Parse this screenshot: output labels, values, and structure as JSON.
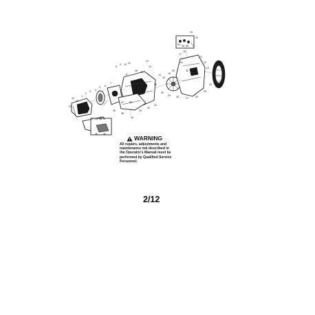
{
  "warning": {
    "title": "WARNING",
    "text": "All repairs, adjustments and\nmaintenance not described in\nthe Operator's Manual must be\nperformed by Qualified Service\nPersonnel."
  },
  "page_number": "2/12",
  "callouts": [
    "1",
    "2",
    "3",
    "4",
    "5",
    "6",
    "7",
    "8",
    "9",
    "10",
    "11",
    "12",
    "13",
    "14",
    "15",
    "16",
    "17",
    "18",
    "19",
    "20",
    "21",
    "22",
    "23",
    "24",
    "25",
    "26",
    "27",
    "28",
    "29",
    "30",
    "31",
    "32",
    "33",
    "34",
    "35",
    "36",
    "37",
    "38",
    "39",
    "40",
    "41",
    "42",
    "43",
    "44",
    "45",
    "46",
    "47",
    "48",
    "49",
    "50",
    "51",
    "52",
    "53",
    "54",
    "55",
    "56",
    "57",
    "58"
  ]
}
